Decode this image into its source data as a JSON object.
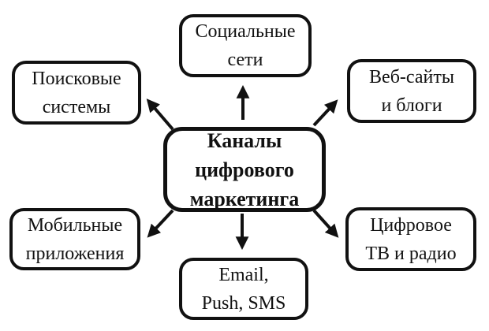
{
  "diagram_title": "Каналы цифрового маркетинга",
  "colors": {
    "background": "#ffffff",
    "stroke": "#111111",
    "text": "#111111"
  },
  "center": {
    "id": "center",
    "label": "Каналы цифрового маркетинга",
    "lines": [
      "Каналы",
      "цифрового",
      "маркетинга"
    ]
  },
  "nodes": {
    "top": {
      "id": "social-networks",
      "label": "Социальные сети",
      "lines": [
        "Социальные",
        "сети"
      ]
    },
    "top_left": {
      "id": "search-engines",
      "label": "Поисковые системы",
      "lines": [
        "Поисковые",
        "системы"
      ]
    },
    "top_right": {
      "id": "websites-blogs",
      "label": "Веб-сайты и блоги",
      "lines": [
        "Веб-сайты",
        "и блоги"
      ]
    },
    "bottom_left": {
      "id": "mobile-apps",
      "label": "Мобильные приложения",
      "lines": [
        "Мобильные",
        "приложения"
      ]
    },
    "bottom_right": {
      "id": "digital-tv-radio",
      "label": "Цифровое ТВ и радио",
      "lines": [
        "Цифровое",
        "ТВ и радио"
      ]
    },
    "bottom": {
      "id": "email-push-sms",
      "label": "Email, Push, SMS",
      "lines": [
        "Email,",
        "Push, SMS"
      ]
    }
  },
  "edges": [
    {
      "from": "center",
      "to": "social-networks"
    },
    {
      "from": "center",
      "to": "search-engines"
    },
    {
      "from": "center",
      "to": "websites-blogs"
    },
    {
      "from": "center",
      "to": "mobile-apps"
    },
    {
      "from": "center",
      "to": "digital-tv-radio"
    },
    {
      "from": "center",
      "to": "email-push-sms"
    }
  ]
}
